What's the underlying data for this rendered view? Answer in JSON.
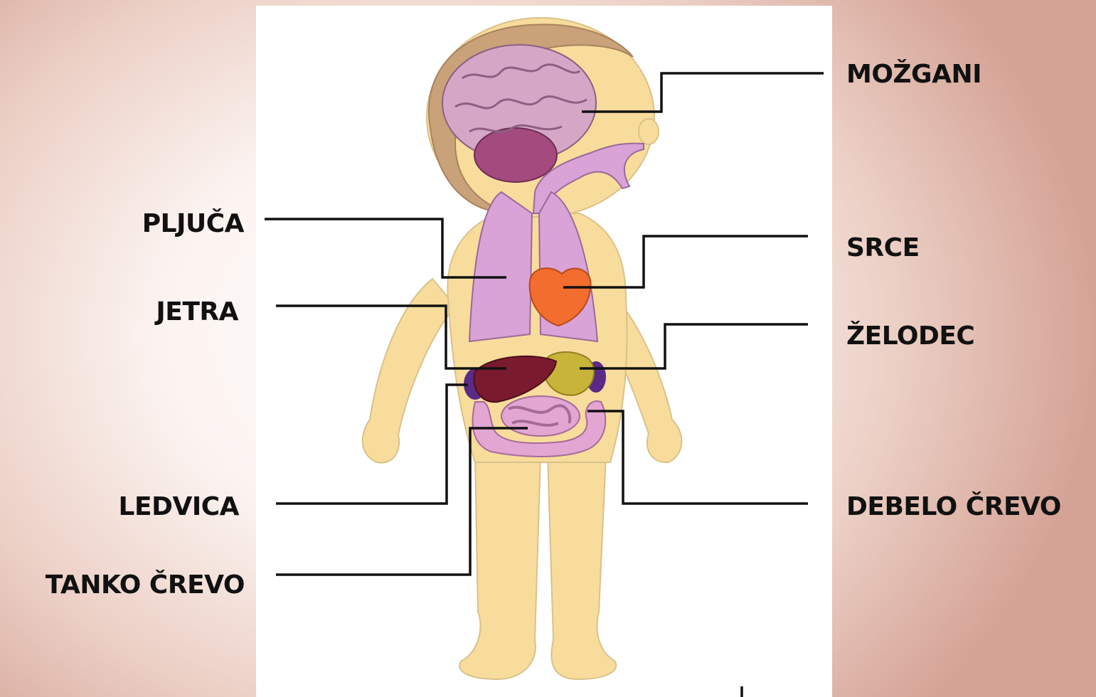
{
  "labels": {
    "brain": "MOŽGANI",
    "lungs": "PLJUČA",
    "heart": "SRCE",
    "liver": "JETRA",
    "stomach": "ŽELODEC",
    "kidneys": "LEDVICA",
    "large_intestine": "DEBELO ČREVO",
    "small_intestine": "TANKO ČREVO"
  },
  "colors": {
    "skin": "#f8dc9c",
    "hair": "#c9a27a",
    "brain": "#d6a6c6",
    "cerebellum": "#a44a7e",
    "lungs": "#d9a3d8",
    "heart": "#f26d2e",
    "liver": "#7a1a2e",
    "stomach": "#c9b43a",
    "kidneys": "#5a2a86",
    "intestine": "#e3a6d3",
    "leader_line": "#111111"
  }
}
